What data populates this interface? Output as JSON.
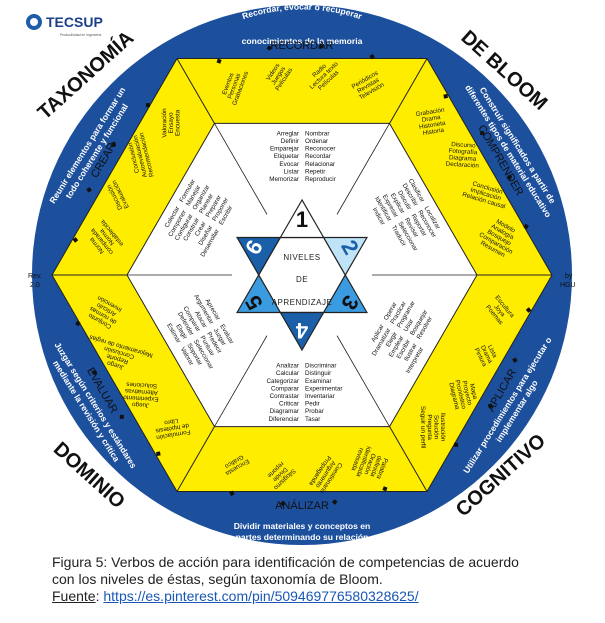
{
  "logo": {
    "name": "TECSUP",
    "tagline": "Productividad en Ingeniería"
  },
  "corners": [
    "TAXONOMÍA",
    "DE BLOOM",
    "DOMINIO",
    "COGNITIVO"
  ],
  "arcs": {
    "top": [
      "Recordar, evocar o recuperar",
      "conocimientos de la memoria"
    ],
    "right": [
      "Construir significados a partir de",
      "diferentes tipos de material educativo"
    ],
    "right_lower": [
      "Utilizar procedimientos para ejecutar o",
      "implementar algo"
    ],
    "bottom": [
      "Dividir materiales y conceptos en",
      "partes determinando su relación"
    ],
    "left_lower": [
      "Juzgar según criterios y estándares",
      "mediante la revisión y crítica"
    ],
    "left": [
      "Reunir elementos para formar un",
      "todo coherente y funcional"
    ]
  },
  "categories": [
    "RECORDAR",
    "COMPRENDER",
    "APLICAR",
    "ANÁLIZAR",
    "EVALUAR",
    "CREAR"
  ],
  "center": {
    "line1": "NIVELES",
    "line2": "DE",
    "line3": "APRENDIZAJE"
  },
  "levels": [
    "1",
    "2",
    "3",
    "4",
    "5",
    "6"
  ],
  "rev_left": [
    "Rev.",
    "2.0"
  ],
  "rev_right": [
    "by",
    "HGU"
  ],
  "inner_verbs": [
    [
      "Arreglar",
      "Definir",
      "Emparejar",
      "Etiquetar",
      "Evocar",
      "Listar",
      "Memorizar",
      "Nombrar",
      "Ordenar",
      "Reconocer",
      "Recordar",
      "Relacionar",
      "Repetir",
      "Reproducir"
    ],
    [
      "Clasificar",
      "Describir",
      "Discutir",
      "Explicar",
      "Expresar",
      "Identificar",
      "Indicar",
      "Localizar",
      "Reconocer",
      "Reportar",
      "Revisar",
      "Seleccionar",
      "Traducir"
    ],
    [
      "Aplicar",
      "Dramatizar",
      "Elegir",
      "Emplear",
      "Escribir",
      "Ilustrar",
      "Interpretar",
      "Operar",
      "Practicar",
      "Programar",
      "Usar",
      "Bosquejar",
      "Resolver"
    ],
    [
      "Analizar",
      "Calcular",
      "Categorizar",
      "Comparar",
      "Contrastar",
      "Criticar",
      "Diagramar",
      "Diferenciar",
      "Discriminar",
      "Distinguir",
      "Examinar",
      "Experimentar",
      "Inventariar",
      "Pedir",
      "Probar",
      "Tasar"
    ],
    [
      "Apreciar",
      "Argumentar",
      "Atacar",
      "Comparar",
      "Defender",
      "Elegir",
      "Estimar",
      "Evaluar",
      "Juzgar",
      "Predecir",
      "Puntuar",
      "Seleccionar",
      "Soportar",
      "Valorar"
    ],
    [
      "Colectar",
      "Componer",
      "Configurar",
      "Construir",
      "Crear",
      "Diseñar",
      "Desarrollar",
      "Formular",
      "Manejar",
      "Organizar",
      "Planear",
      "Preparar",
      "Proponer",
      "Escribir"
    ]
  ],
  "outer_groups": [
    [
      [
        "Eventos",
        "Personas",
        "Grabaciones"
      ],
      [
        "Videos",
        "Juegos",
        "Películas"
      ],
      [
        "Radio",
        "Lectura texto",
        "Películas"
      ],
      [
        "Periódicos",
        "Revistas",
        "Televisión"
      ]
    ],
    [
      [
        "Grabación",
        "Drama",
        "Historieta",
        "Historia"
      ],
      [
        "Discurso",
        "Fotografía",
        "Diagrama",
        "Declaración"
      ],
      [
        "Conclusión",
        "Implicación",
        "Relación causal"
      ],
      [
        "Modelo",
        "Analogía",
        "Bosquejo",
        "Comparación",
        "Resumen"
      ]
    ],
    [
      [
        "Escultura",
        "Joya",
        "Poemas"
      ],
      [
        "Lista",
        "Drama",
        "Pintura"
      ],
      [
        "Mapa",
        "Proyecto",
        "Pronóstico",
        "Diagrama"
      ],
      [
        "Ilustración",
        "Solución",
        "Pregunta",
        "Seguir un perfil"
      ]
    ],
    [
      [
        "Palabra",
        "definida",
        "Oración",
        "identificada",
        "revisada"
      ],
      [
        "Cuestionario",
        "Argumento",
        "Propaganda"
      ],
      [
        "Silogismo",
        "Divide",
        "reporte"
      ],
      [
        "Encuesta",
        "Gráfico"
      ]
    ],
    [
      [
        "Formulación",
        "de hipótesis",
        "Libro"
      ],
      [
        "Juego",
        "Experimento",
        "Alternativas",
        "Soluciones"
      ],
      [
        "Juego",
        "Reporte",
        "Conclusión",
        "Mejoramiento de reglas"
      ],
      [
        "Conjunto",
        "de normas",
        "Artículo",
        "Invención"
      ]
    ],
    [
      [
        "Norma",
        "comparada",
        "Norma",
        "establecida"
      ],
      [
        "Discusión",
        "Evaluación"
      ],
      [
        "Conclusión",
        "Autoevaluación",
        "Recomendación"
      ],
      [
        "Valoración",
        "Ensayo",
        "Encuesta"
      ]
    ]
  ],
  "caption": {
    "line1": "Figura 5: Verbos de acción para identificación de competencias de acuerdo",
    "line2": "con los niveles de éstas, según taxonomía de Bloom.",
    "source_label": "Fuente",
    "source_sep": ": ",
    "source_url": "https://es.pinterest.com/pin/509469776580328625/"
  },
  "colors": {
    "navy": "#1c4f9c",
    "yellow": "#ffed00",
    "dark_blue": "#1a5fa8",
    "light_blue": "#bfe4f7",
    "mid_blue": "#3b9be0",
    "white": "#ffffff"
  }
}
